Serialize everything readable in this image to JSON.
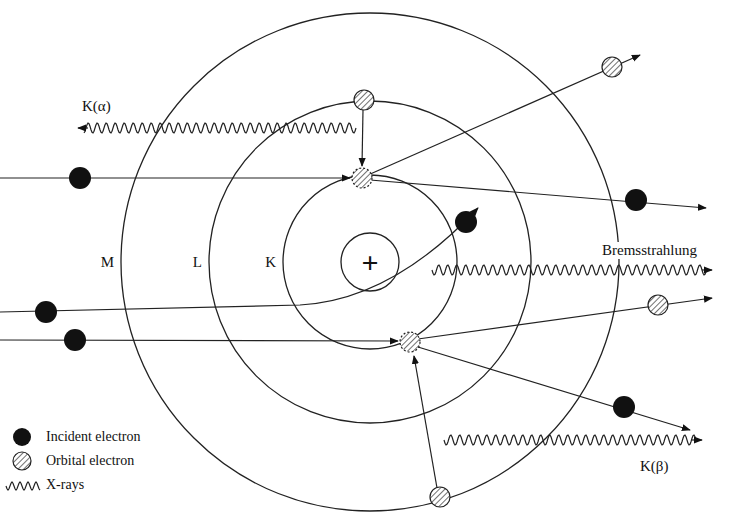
{
  "diagram": {
    "nodes": [
      {
        "text": [
          "M"
        ]
      },
      {
        "text": [
          "L"
        ],
        "in": 0
      },
      {
        "text": [
          "K"
        ],
        "in": 1
      },
      {
        "text": [
          "+"
        ],
        "in": 2
      }
    ],
    "labels": [
      "K(α)",
      "Bremsstrahlung",
      "K(β)"
    ],
    "legend": [
      {
        "text": "Incident electron"
      },
      {
        "text": "Orbital electron"
      },
      {
        "text": "X-rays"
      }
    ]
  }
}
